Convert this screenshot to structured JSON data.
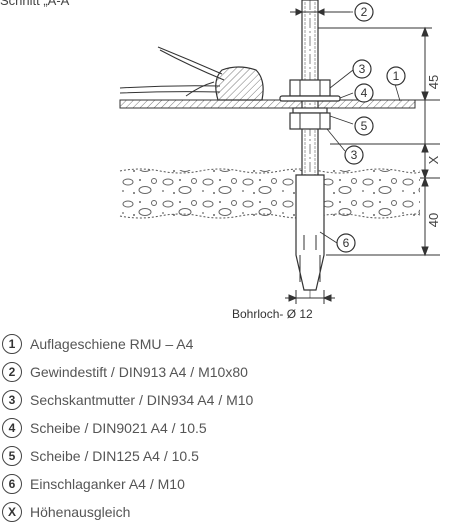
{
  "title": "Schnitt „A-A“",
  "dimensions": {
    "top": "45",
    "gap": "X",
    "bottom": "40",
    "borehole": "Bohrloch- Ø 12"
  },
  "callouts": [
    "2",
    "3",
    "1",
    "4",
    "5",
    "3",
    "6"
  ],
  "legend": [
    {
      "key": "1",
      "text": "Auflageschiene RMU – A4"
    },
    {
      "key": "2",
      "text": "Gewindestift / DIN913 A4 / M10x80"
    },
    {
      "key": "3",
      "text": "Sechskantmutter / DIN934 A4 / M10"
    },
    {
      "key": "4",
      "text": "Scheibe / DIN9021 A4 / 10.5"
    },
    {
      "key": "5",
      "text": "Scheibe / DIN125 A4 / 10.5"
    },
    {
      "key": "6",
      "text": "Einschlaganker A4 / M10"
    },
    {
      "key": "X",
      "text": "Höhenausgleich"
    }
  ],
  "colors": {
    "line": "#333333",
    "hatch": "#777777",
    "text": "#555555"
  }
}
